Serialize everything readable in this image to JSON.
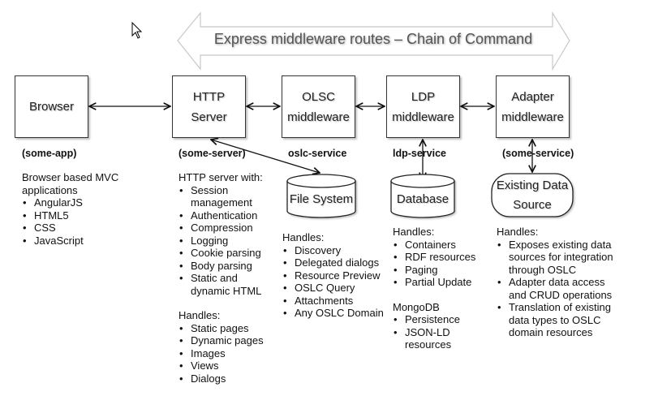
{
  "banner": {
    "label": "Express middleware routes – Chain of Command"
  },
  "components": {
    "browser": {
      "line1": "Browser",
      "service": "(some-app)"
    },
    "http": {
      "line1": "HTTP",
      "line2": "Server",
      "service": "(some-server)"
    },
    "oslc": {
      "line1": "OLSC",
      "line2": "middleware",
      "service": "oslc-service"
    },
    "ldp": {
      "line1": "LDP",
      "line2": "middleware",
      "service": "ldp-service"
    },
    "adapter": {
      "line1": "Adapter",
      "line2": "middleware",
      "service": "(some-service)"
    }
  },
  "stores": {
    "filesystem": {
      "label": "File System"
    },
    "database": {
      "label": "Database"
    },
    "existing": {
      "line1": "Existing Data",
      "line2": "Source"
    }
  },
  "descriptions": {
    "browser": {
      "intro1": "Browser based MVC",
      "intro2": "applications",
      "items": [
        "AngularJS",
        "HTML5",
        "CSS",
        "JavaScript"
      ]
    },
    "http": {
      "intro": "HTTP server with:",
      "items": [
        [
          "Session",
          "management"
        ],
        [
          "Authentication"
        ],
        [
          "Compression"
        ],
        [
          "Logging"
        ],
        [
          "Cookie parsing"
        ],
        [
          "Body parsing"
        ],
        [
          "Static and",
          "dynamic HTML"
        ]
      ],
      "handles_header": "Handles:",
      "handles": [
        "Static pages",
        "Dynamic pages",
        "Images",
        "Views",
        "Dialogs"
      ]
    },
    "oslc": {
      "header": "Handles:",
      "items": [
        "Discovery",
        "Delegated dialogs",
        "Resource Preview",
        "OSLC Query",
        "Attachments",
        "Any OSLC Domain"
      ]
    },
    "ldp": {
      "header": "Handles:",
      "items": [
        "Containers",
        "RDF resources",
        "Paging",
        "Partial Update"
      ],
      "mongo_header": "MongoDB",
      "mongo_items": [
        [
          "Persistence"
        ],
        [
          "JSON-LD",
          "resources"
        ]
      ]
    },
    "adapter": {
      "header": "Handles:",
      "items": [
        [
          "Exposes existing data",
          "sources for integration",
          "through OSLC"
        ],
        [
          "Adapter data access",
          "and CRUD operations"
        ],
        [
          "Translation of existing",
          "data types to OSLC",
          "domain resources"
        ]
      ]
    }
  },
  "colors": {
    "stroke": "#222222",
    "banner_stroke": "#c8c8c8",
    "banner_text": "#555555"
  }
}
